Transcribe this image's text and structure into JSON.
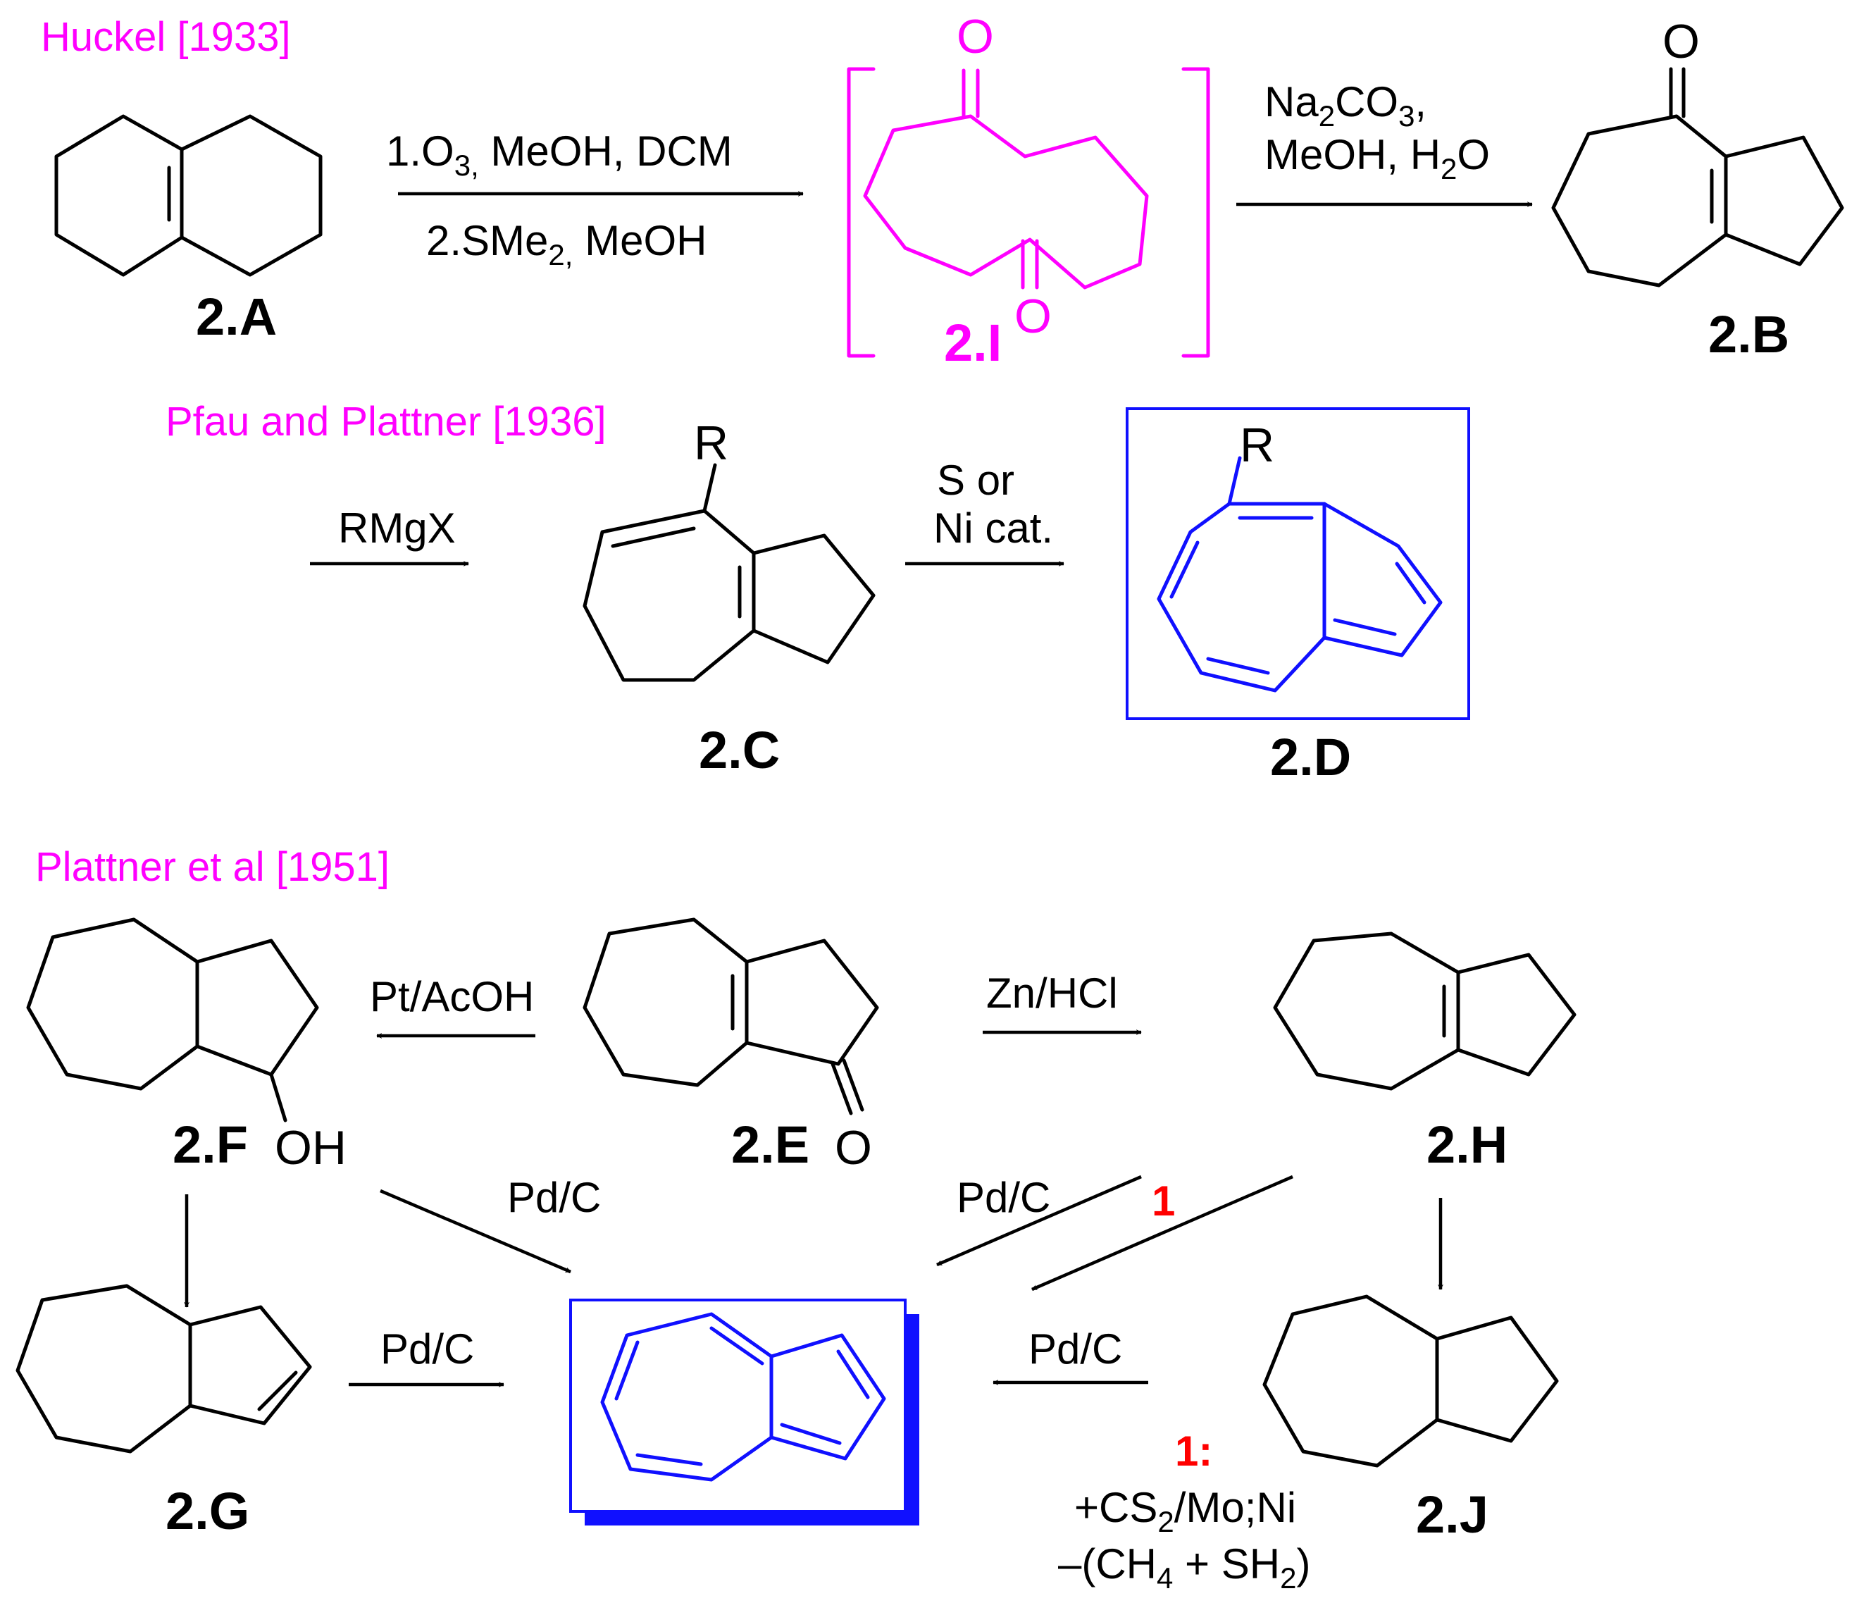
{
  "sections": {
    "huckel": {
      "citation": "Huckel [1933]"
    },
    "pfau": {
      "citation": "Pfau and Plattner [1936]"
    },
    "plattner": {
      "citation": "Plattner et al [1951]"
    }
  },
  "compounds": {
    "c2A": "2.A",
    "c2B": "2.B",
    "c2I": "2.I",
    "c2C": "2.C",
    "c2D": "2.D",
    "c2E": "2.E",
    "c2F": "2.F",
    "c2G": "2.G",
    "c2H": "2.H",
    "c2J": "2.J"
  },
  "atoms": {
    "o": "O",
    "r": "R",
    "oh": "OH"
  },
  "reagents": {
    "step1_line1_pre": "1.O",
    "step1_line1_sub": "3,",
    "step1_line1_post": " MeOH, DCM",
    "step1_line2_pre": "2.SMe",
    "step1_line2_sub": "2,",
    "step1_line2_post": " MeOH",
    "step2_line1_pre": "Na",
    "step2_line1_sub1": "2",
    "step2_line1_mid": "CO",
    "step2_line1_sub2": "3",
    "step2_line1_post": ",",
    "step2_line2_pre": "MeOH, H",
    "step2_line2_sub": "2",
    "step2_line2_post": "O",
    "grignard": "RMgX",
    "dehydro_line1": "S or",
    "dehydro_line2": "Ni cat.",
    "pt": "Pt/AcOH",
    "zn": "Zn/HCl",
    "pdc": "Pd/C",
    "route1": "1",
    "note_label": "1:",
    "note_line1_pre": "+CS",
    "note_line1_sub": "2",
    "note_line1_post": "/Mo;Ni",
    "note_line2_pre": "–(CH",
    "note_line2_sub1": "4",
    "note_line2_mid": " + SH",
    "note_line2_sub2": "2",
    "note_line2_post": ")"
  },
  "colors": {
    "citation": "#ff00ff",
    "azulene": "#1010ff",
    "intermediate": "#ff00ff",
    "route_marker": "#ff0000"
  }
}
